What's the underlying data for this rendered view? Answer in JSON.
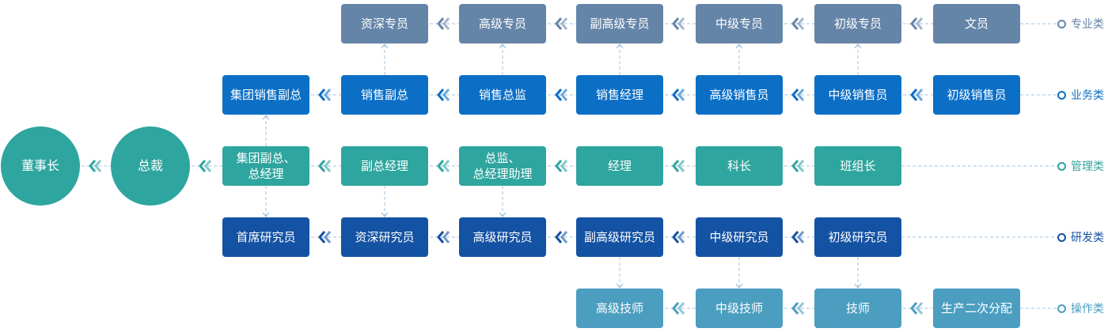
{
  "colors": {
    "professional": "#6585a8",
    "sales": "#0b6fc6",
    "management": "#2fa59f",
    "research": "#1452a3",
    "operations": "#4b9ec0",
    "line": "#a6c3dc"
  },
  "nodes": {
    "chairman": "董事长",
    "president": "总裁",
    "senior_specialist": "资深专员",
    "advanced_specialist": "高级专员",
    "associate_specialist": "副高级专员",
    "mid_specialist": "中级专员",
    "junior_specialist": "初级专员",
    "clerk": "文员",
    "group_sales_vp": "集团销售副总",
    "sales_vp": "销售副总",
    "sales_director": "销售总监",
    "sales_manager": "销售经理",
    "senior_sales": "高级销售员",
    "mid_sales": "中级销售员",
    "junior_sales": "初级销售员",
    "group_vp_gm": "集团副总、\n总经理",
    "deputy_gm": "副总经理",
    "director_gm_assistant": "总监、\n总经理助理",
    "manager": "经理",
    "section_chief": "科长",
    "team_leader": "班组长",
    "chief_researcher": "首席研究员",
    "senior_researcher": "资深研究员",
    "advanced_researcher": "高级研究员",
    "associate_researcher": "副高级研究员",
    "mid_researcher": "中级研究员",
    "junior_researcher": "初级研究员",
    "senior_technician": "高级技师",
    "mid_technician": "中级技师",
    "technician": "技师",
    "production_allocation": "生产二次分配"
  },
  "tracks": {
    "professional": "专业类",
    "sales": "业务类",
    "management": "管理类",
    "research": "研发类",
    "operations": "操作类"
  }
}
